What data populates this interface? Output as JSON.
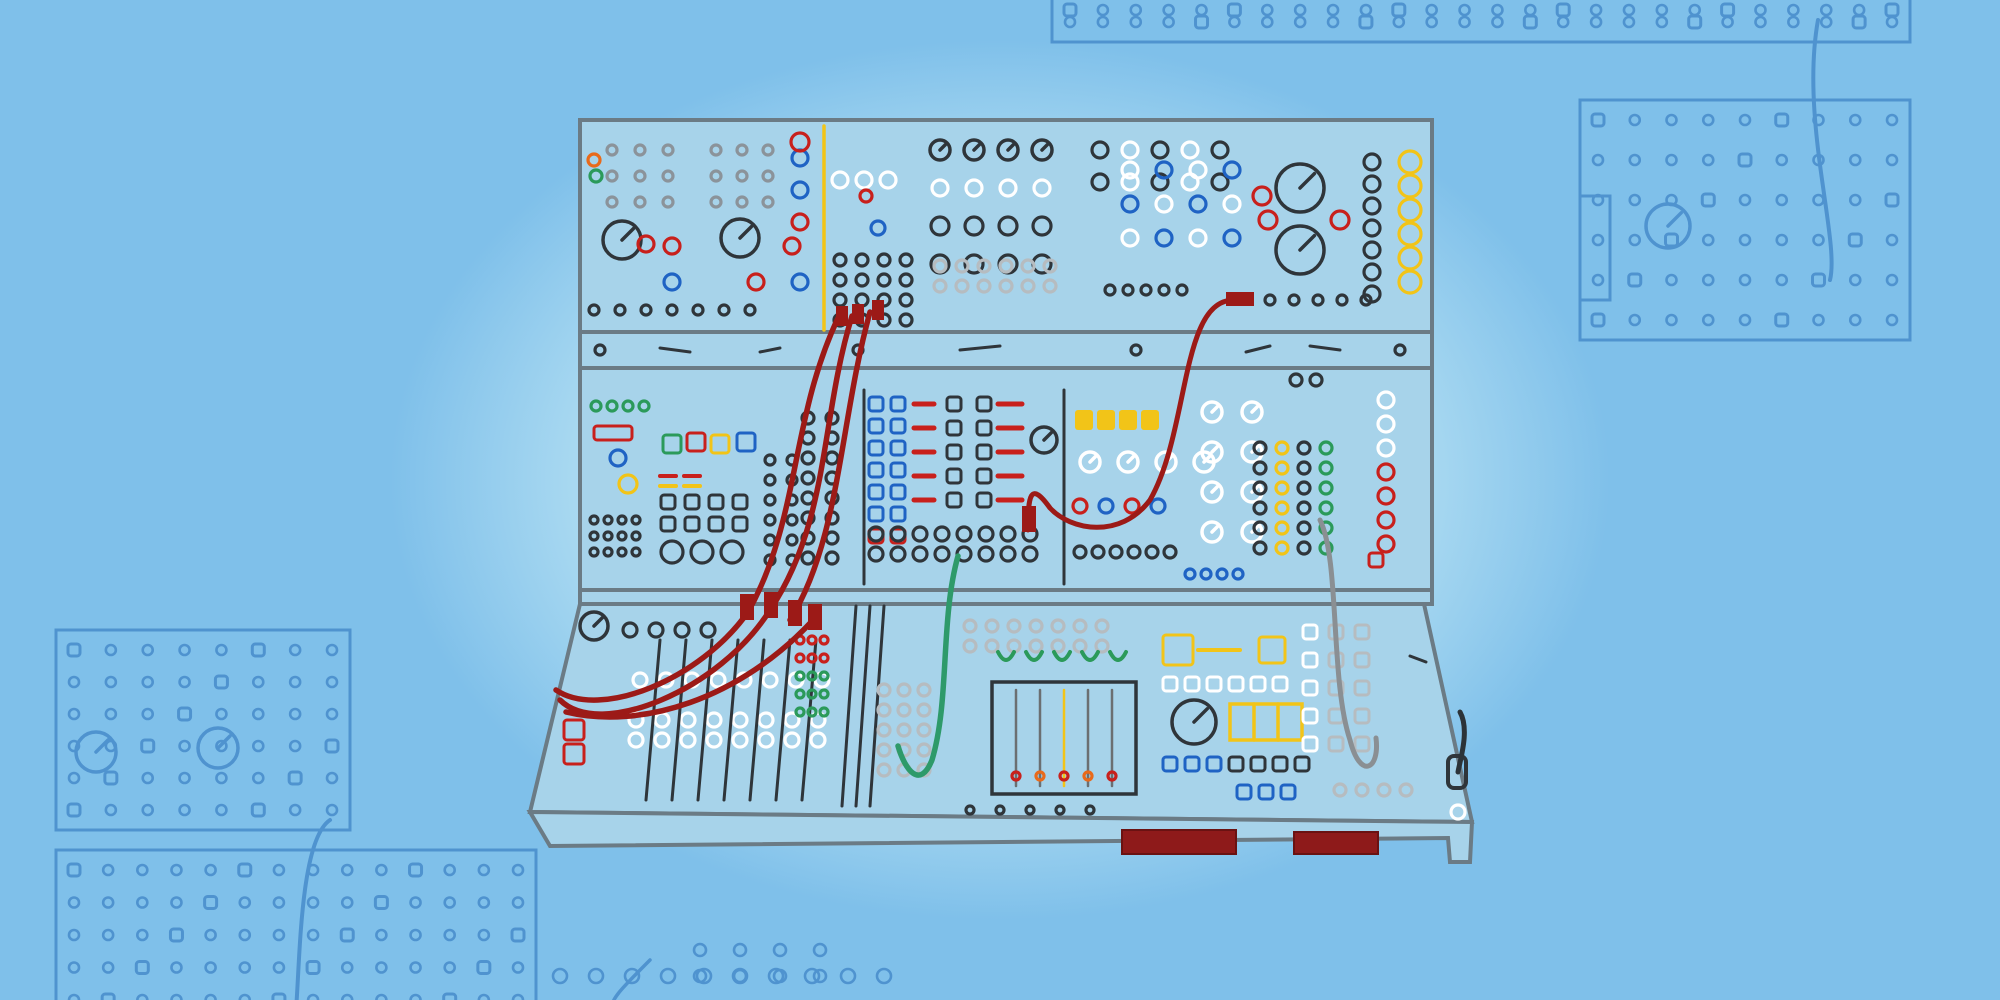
{
  "scene": {
    "background": "#7fc0ea",
    "glow": "#c9ecf6",
    "faded_ink": "#4f93cf",
    "panel_fill": "#a7d3ea",
    "frame_stroke": "#6b7b85"
  },
  "palette": {
    "jack_dark": "#2f353a",
    "knob_gray": "#8b939a",
    "red": "#c8201c",
    "blue": "#1f63c4",
    "yellow": "#f2c418",
    "green": "#2b9a5a",
    "white": "#ffffff",
    "light_gray": "#b6bcc0",
    "orange": "#e86a1b"
  },
  "cables": {
    "red": "#9c1a17",
    "green": "#2e9a6a",
    "gray": "#8a8f93",
    "dark": "#2c3338"
  },
  "synth_rows": [
    {
      "name": "top-case",
      "modules": [
        "oscillator-1",
        "oscillator-2",
        "filter",
        "sequencer-dial",
        "mixer",
        "envelope",
        "output-knobs"
      ]
    },
    {
      "name": "middle-case",
      "modules": [
        "switch-bank",
        "button-grid",
        "sequencer",
        "yellow-keys",
        "modulation"
      ]
    },
    {
      "name": "bottom-case",
      "modules": [
        "fader-bank",
        "jack-field",
        "scope-display",
        "utility-panel"
      ]
    }
  ],
  "icons": [
    "patch-cable-icon",
    "knob-icon",
    "jack-icon",
    "fader-icon"
  ]
}
